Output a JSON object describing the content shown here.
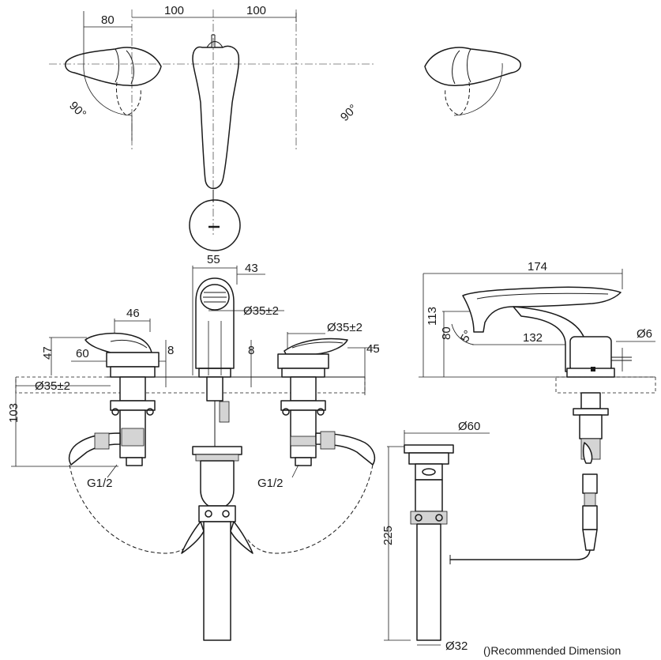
{
  "dimensions": {
    "top_handle_w": "80",
    "top_spacing_left": "100",
    "top_spacing_right": "100",
    "angle_left": "90°",
    "angle_right": "90°",
    "spout_base_w": "55",
    "spout_outlet": "43",
    "spout_hole": "Ø35±2",
    "left_handle_w": "46",
    "left_handle_h": "47",
    "left_handle_depth": "60",
    "left_gap": "8",
    "center_gap": "8",
    "right_hole": "Ø35±2",
    "deck_thickness": "45",
    "left_hole": "Ø35±2",
    "below_deck": "103",
    "thread_left": "G1/2",
    "thread_right": "G1/2",
    "side_length": "174",
    "side_height": "113",
    "side_spout_height": "80",
    "side_angle": "5°",
    "side_projection": "132",
    "side_rod": "Ø6",
    "drain_head": "Ø60",
    "drain_length": "225",
    "drain_tail": "Ø32"
  },
  "footnote": "()Recommended Dimension"
}
